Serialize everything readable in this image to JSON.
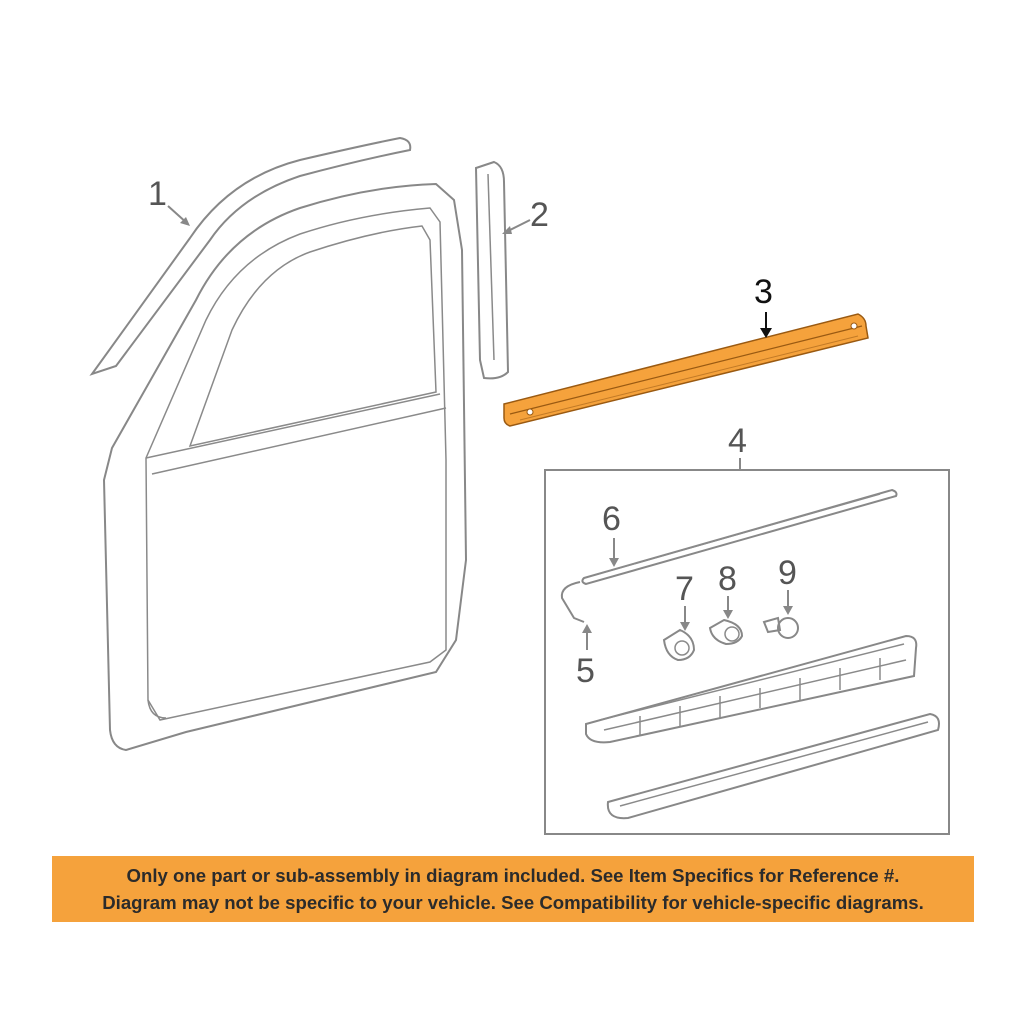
{
  "callouts": {
    "c1": "1",
    "c2": "2",
    "c3": "3",
    "c4": "4",
    "c5": "5",
    "c6": "6",
    "c7": "7",
    "c8": "8",
    "c9": "9"
  },
  "highlight_color": "#F5A23C",
  "banner": {
    "line1": "Only one part or sub-assembly in diagram included. See Item Specifics for Reference #.",
    "line2": "Diagram may not be specific to your vehicle. See Compatibility for vehicle-specific diagrams."
  }
}
